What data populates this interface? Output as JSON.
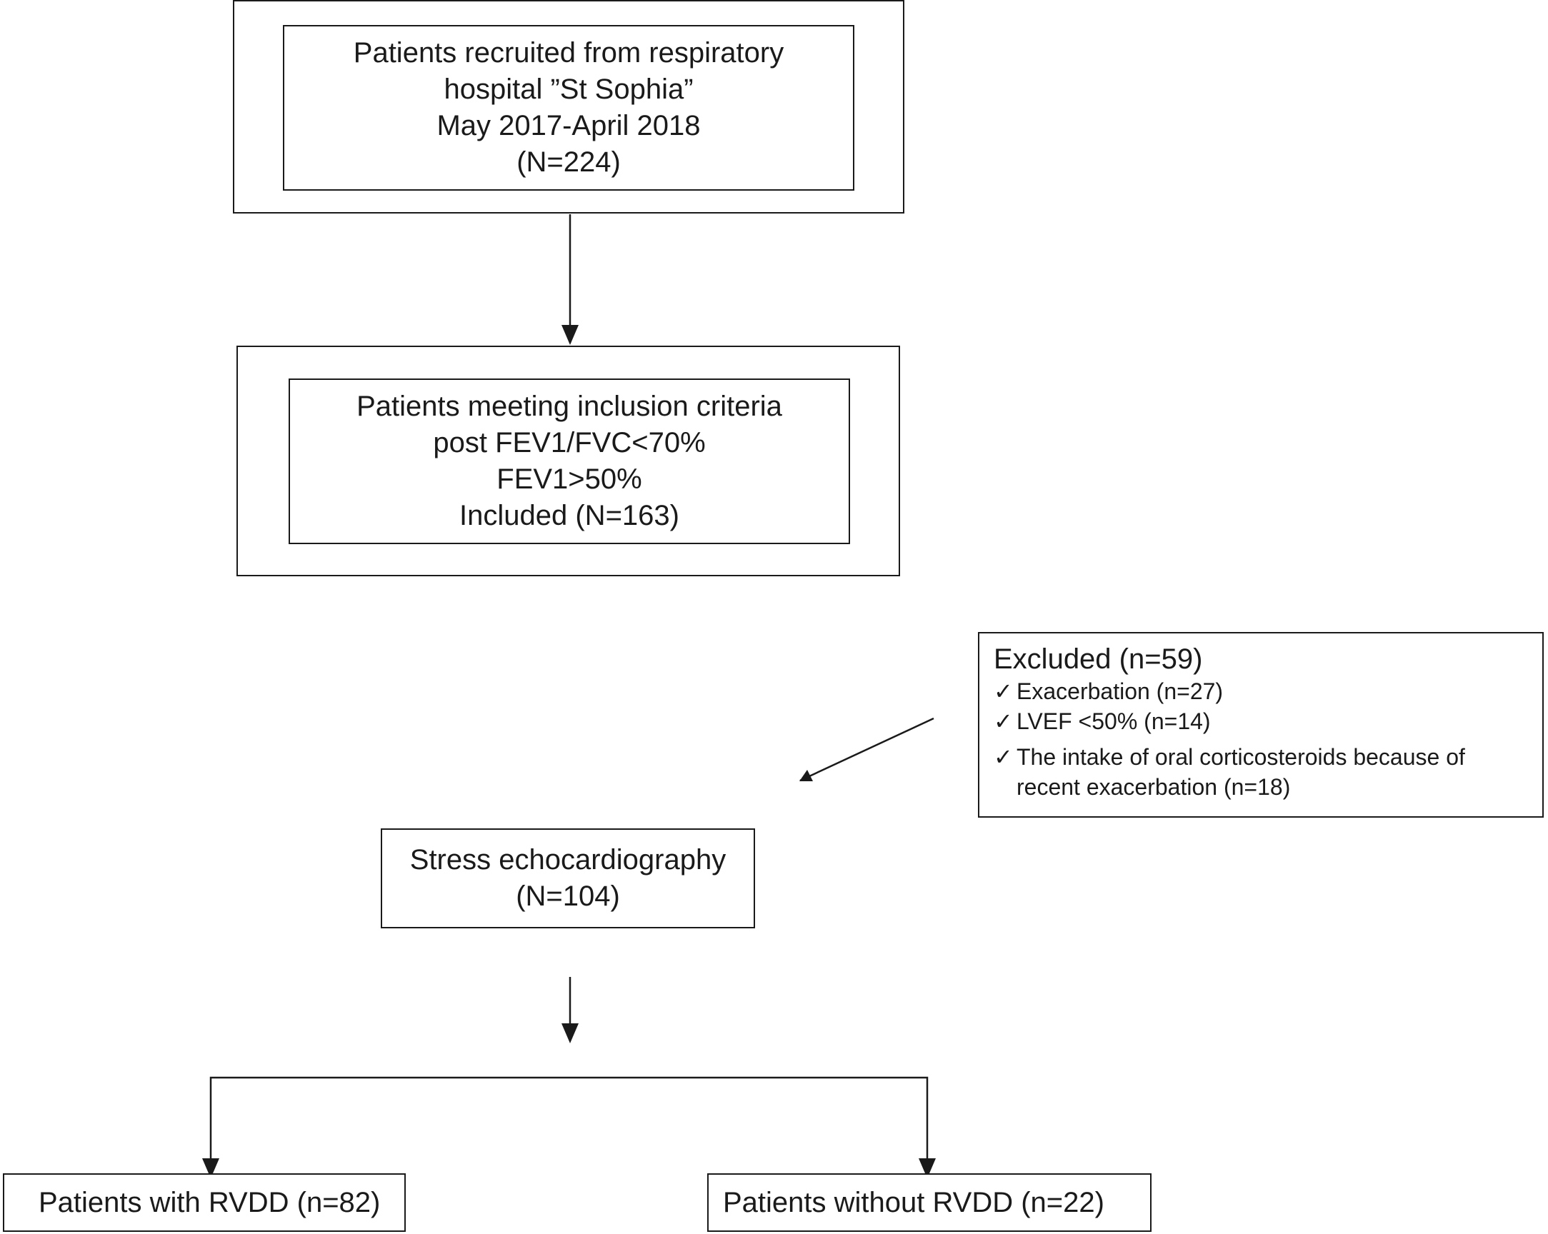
{
  "boxes": {
    "recruited": {
      "lines": [
        "Patients recruited from respiratory",
        "hospital ”St Sophia”",
        "May 2017-April 2018",
        "(N=224)"
      ]
    },
    "inclusion": {
      "lines": [
        "Patients meeting inclusion criteria",
        "post FEV1/FVC<70%",
        "FEV1>50%",
        "Included (N=163)"
      ]
    },
    "excluded": {
      "title": "Excluded (n=59)",
      "items": [
        {
          "check": "✓",
          "lines": [
            "Exacerbation (n=27)"
          ]
        },
        {
          "check": "✓",
          "lines": [
            "LVEF <50% (n=14)"
          ]
        },
        {
          "check": "✓",
          "lines": [
            "The intake of oral corticosteroids because of",
            "recent exacerbation (n=18)"
          ]
        }
      ]
    },
    "stress": {
      "lines": [
        "Stress echocardiography",
        "(N=104)"
      ]
    },
    "with_rvdd": {
      "label": "Patients with RVDD (n=82)"
    },
    "without_rvdd": {
      "label": "Patients without RVDD (n=22)"
    }
  }
}
